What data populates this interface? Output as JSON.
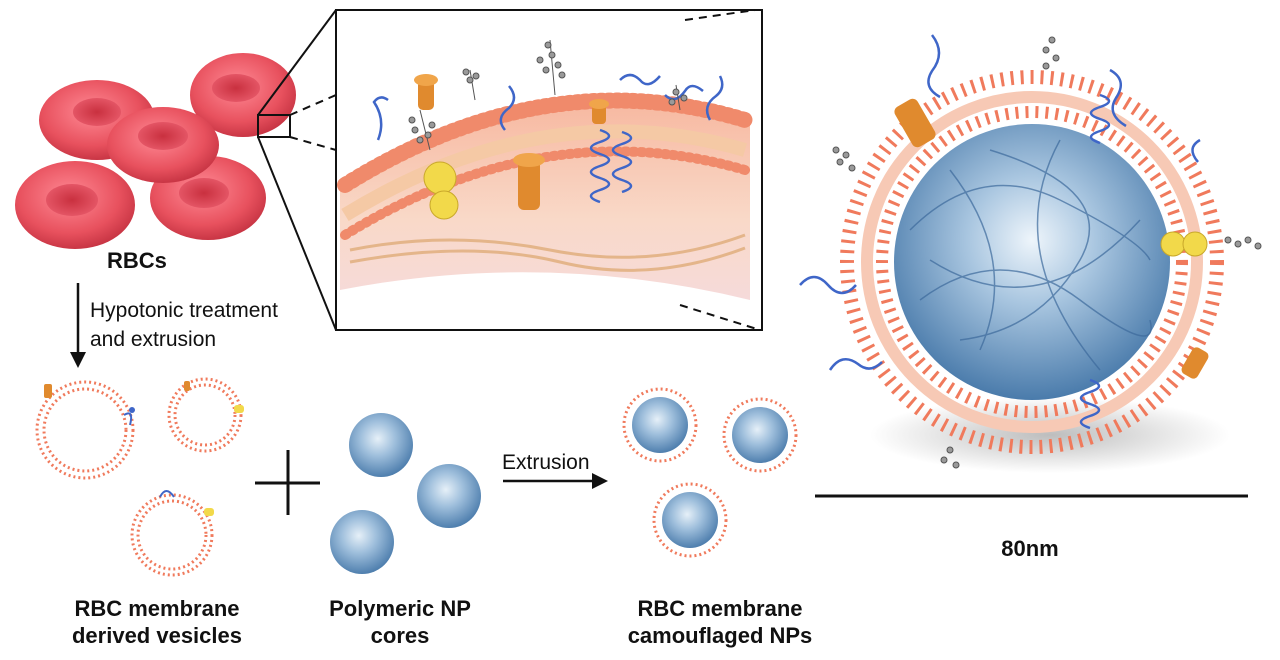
{
  "labels": {
    "rbcs": "RBCs",
    "step1_line1": "Hypotonic treatment",
    "step1_line2": "and extrusion",
    "extrusion": "Extrusion",
    "vesicles_line1": "RBC membrane",
    "vesicles_line2": "derived vesicles",
    "cores_line1": "Polymeric NP",
    "cores_line2": "cores",
    "camo_line1": "RBC membrane",
    "camo_line2": "camouflaged NPs",
    "scale": "80nm"
  },
  "colors": {
    "rbc": "#e8515e",
    "lipid_head": "#f07a5c",
    "core": "#6f9cc4",
    "protein_orange": "#e08a2e",
    "protein_yellow": "#f2d94a",
    "polysaccharide": "#3f66c8"
  }
}
